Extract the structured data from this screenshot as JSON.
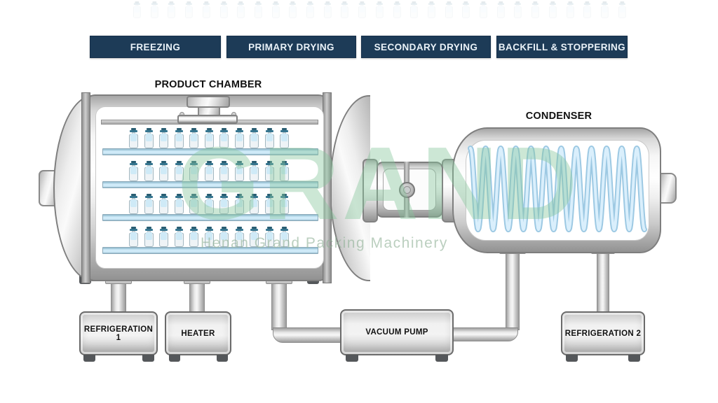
{
  "stages": [
    {
      "label": "FREEZING"
    },
    {
      "label": "PRIMARY DRYING"
    },
    {
      "label": "SECONDARY DRYING"
    },
    {
      "label": "BACKFILL & STOPPERING"
    }
  ],
  "chamber": {
    "label": "PRODUCT CHAMBER",
    "shelves": 4,
    "vials_per_shelf": 11
  },
  "condenser": {
    "label": "CONDENSER",
    "coil_cycles": 11.5
  },
  "equipment": {
    "refrigeration1": "REFRIGERATION 1",
    "heater": "HEATER",
    "vacuum_pump": "VACUUM PUMP",
    "refrigeration2": "REFRIGERATION 2"
  },
  "top_row": {
    "vial_count": 29
  },
  "watermark": {
    "brand": "GRAND",
    "company": "Henan Grand Packing Machinery"
  },
  "colors": {
    "stage_box": "#1d3b57",
    "stage_text": "#eaf2f8",
    "outline": "#7e7e7e",
    "shelf_blue": "#cfeaf8",
    "vial_liquid": "#cfeaf7",
    "vial_cap": "#2e637a",
    "coil_outer": "#9dc9e3",
    "coil_inner": "#daeffc",
    "label_text": "#111111",
    "watermark_green": "#86c59a"
  }
}
